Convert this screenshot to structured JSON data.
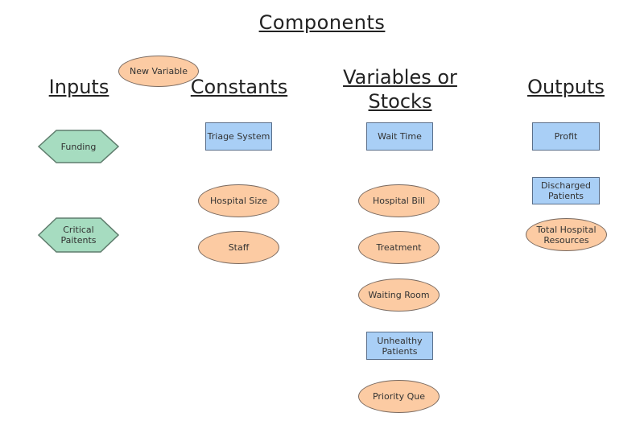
{
  "title": "Components",
  "headings": {
    "inputs": "Inputs",
    "constants": "Constants",
    "variables_line1": "Variables or",
    "variables_line2": "Stocks",
    "outputs": "Outputs"
  },
  "floating": {
    "new_variable": "New Variable"
  },
  "inputs": {
    "funding": "Funding",
    "critical": "Critical Paitents"
  },
  "constants": {
    "triage": "Triage System",
    "hospital_size": "Hospital Size",
    "staff": "Staff"
  },
  "variables": {
    "wait_time": "Wait Time",
    "hospital_bill": "Hospital Bill",
    "treatment": "Treatment",
    "waiting_room": "Waiting Room",
    "unhealthy_patients": "Unhealthy Patients",
    "priority_que": "Priority Que"
  },
  "outputs": {
    "profit": "Profit",
    "discharged": "Discharged Patients",
    "total_resources": "Total Hospital Resources"
  },
  "colors": {
    "rect_fill": "#a9cff6",
    "oval_fill": "#fccba3",
    "hex_fill": "#a6dcc0"
  }
}
